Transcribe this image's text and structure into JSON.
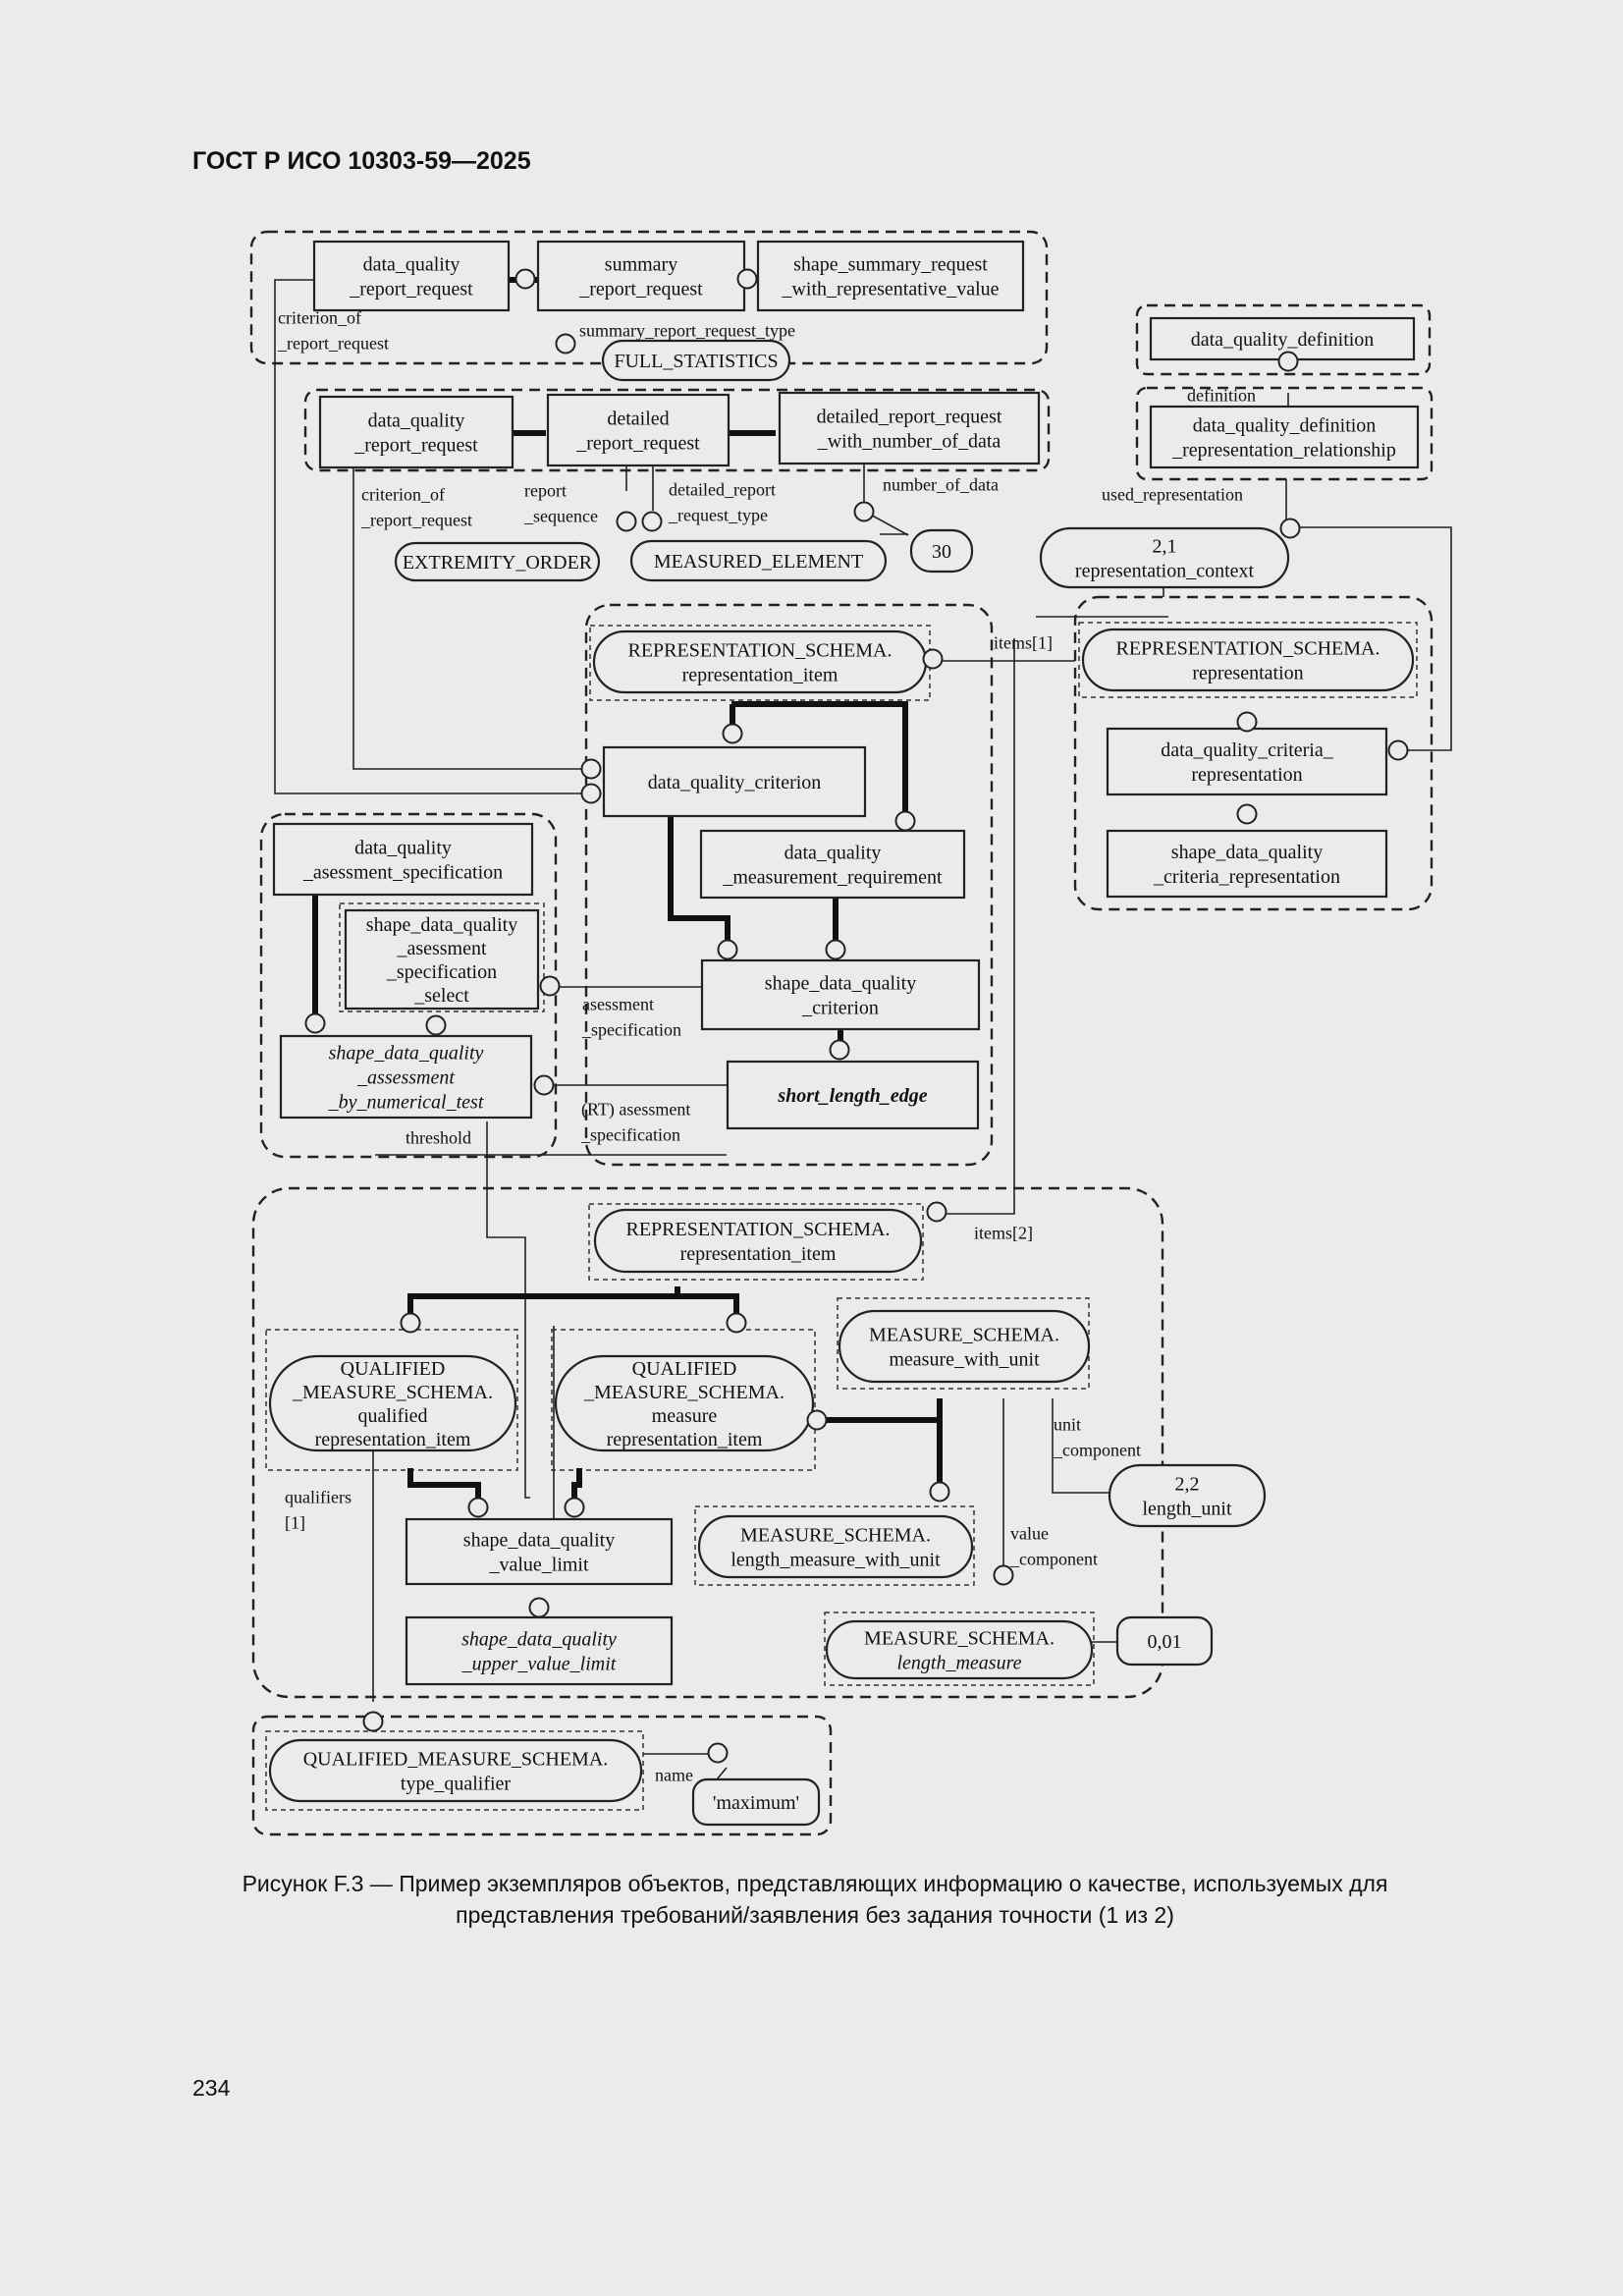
{
  "header": {
    "standard": "ГОСТ Р ИСО 10303-59—2025"
  },
  "diagram": {
    "entities": {
      "dqrr1": [
        "data_quality",
        "_report_request"
      ],
      "summary": [
        "summary",
        "_report_request"
      ],
      "shape_summary": [
        "shape_summary_request",
        "_with_representative_value"
      ],
      "dqdef": [
        "data_quality_definition"
      ],
      "dqrr2": [
        "data_quality",
        "_report_request"
      ],
      "detailed": [
        "detailed",
        "_report_request"
      ],
      "detailed_num": [
        "detailed_report_request",
        "_with_number_of_data"
      ],
      "dqdrr": [
        "data_quality_definition",
        "_representation_relationship"
      ],
      "rep_item1": [
        "REPRESENTATION_SCHEMA.",
        "representation_item"
      ],
      "rep_schema_rep": [
        "REPRESENTATION_SCHEMA.",
        "representation"
      ],
      "dqc": [
        "data_quality_criterion"
      ],
      "dqcr": [
        "data_quality_criteria_",
        "representation"
      ],
      "sdqcr": [
        "shape_data_quality",
        "_criteria_representation"
      ],
      "dqas": [
        "data_quality",
        "_asessment_specification"
      ],
      "dqmr": [
        "data_quality",
        "_measurement_requirement"
      ],
      "sdqass": [
        "shape_data_quality",
        "_asessment",
        "_specification",
        "_select"
      ],
      "sdqc": [
        "shape_data_quality",
        "_criterion"
      ],
      "sdqabnt": [
        "shape_data_quality",
        "_assessment",
        "_by_numerical_test"
      ],
      "sle": [
        "short_length_edge"
      ],
      "rep_item2": [
        "REPRESENTATION_SCHEMA.",
        "representation_item"
      ],
      "qms_qri": [
        "QUALIFIED",
        "_MEASURE_SCHEMA.",
        "qualified",
        "representation_item"
      ],
      "qms_mri": [
        "QUALIFIED",
        "_MEASURE_SCHEMA.",
        "measure",
        "representation_item"
      ],
      "mwu": [
        "MEASURE_SCHEMA.",
        "measure_with_unit"
      ],
      "sdqvl": [
        "shape_data_quality",
        "_value_limit"
      ],
      "lmwu": [
        "MEASURE_SCHEMA.",
        "length_measure_with_unit"
      ],
      "sdquvl": [
        "shape_data_quality",
        "_upper_value_limit"
      ],
      "lm": [
        "MEASURE_SCHEMA.",
        "length_measure"
      ],
      "tq": [
        "QUALIFIED_MEASURE_SCHEMA.",
        "type_qualifier"
      ]
    },
    "values": {
      "full_statistics": "FULL_STATISTICS",
      "extremity_order": "EXTREMITY_ORDER",
      "measured_element": "MEASURED_ELEMENT",
      "n30": "30",
      "rep_context": [
        "2,1",
        "representation_context"
      ],
      "length_unit": [
        "2,2",
        "length_unit"
      ],
      "v001": "0,01",
      "maximum": "'maximum'"
    },
    "labels": {
      "criterion_of_1": [
        "criterion_of",
        "_report_request"
      ],
      "summary_type": "summary_report_request_type",
      "definition": "definition",
      "criterion_of_2": [
        "criterion_of",
        "_report_request"
      ],
      "report_sequence": [
        "report",
        "_sequence"
      ],
      "detailed_type": [
        "detailed_report",
        "_request_type"
      ],
      "number_of_data": "number_of_data",
      "used_representation": "used_representation",
      "items1": "items[1]",
      "asessment_spec": [
        "asessment",
        "_specification"
      ],
      "threshold": "threshold",
      "rt_asessment": [
        "(RT) asessment",
        "_specification"
      ],
      "items2": "items[2]",
      "unit_component": [
        "unit",
        "_component"
      ],
      "qualifiers": [
        "qualifiers",
        "[1]"
      ],
      "value_component": [
        "value",
        "_component"
      ],
      "name": "name"
    }
  },
  "caption": [
    "Рисунок F.3 — Пример экземпляров объектов, представляющих информацию о качестве, используемых для",
    "представления требований/заявления без задания точности (1 из 2)"
  ],
  "page": {
    "number": "234"
  }
}
